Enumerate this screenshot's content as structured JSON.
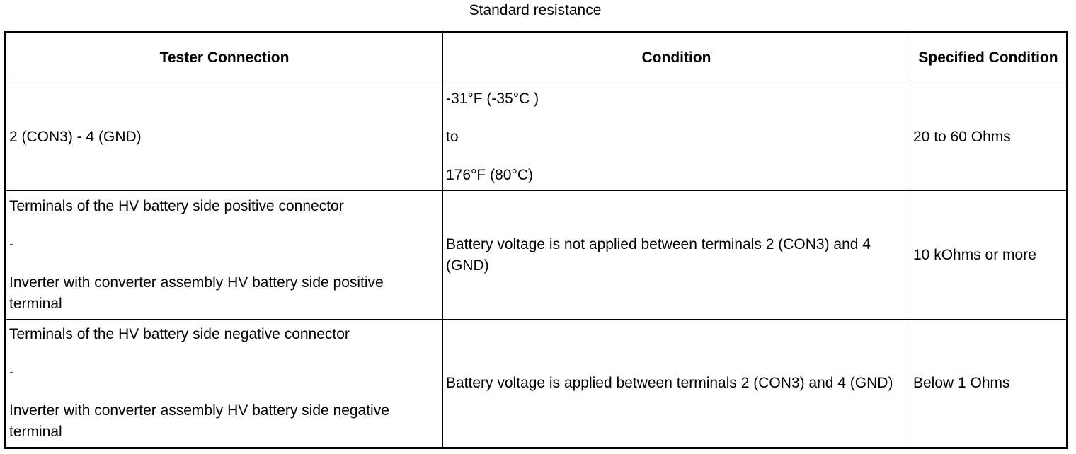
{
  "caption": "Standard resistance",
  "headers": {
    "tester": "Tester Connection",
    "condition": "Condition",
    "specified": "Specified Condition"
  },
  "rows": [
    {
      "tester": [
        "2 (CON3) - 4 (GND)"
      ],
      "condition": [
        "-31°F (-35°C )",
        "to",
        "176°F (80°C)"
      ],
      "specified": "20 to 60 Ohms"
    },
    {
      "tester": [
        "Terminals of the HV battery side positive connector",
        "-",
        "Inverter with converter assembly HV battery side positive terminal"
      ],
      "condition": [
        "Battery voltage is not applied between terminals 2 (CON3) and 4 (GND)"
      ],
      "specified": "10 kOhms or more"
    },
    {
      "tester": [
        "Terminals of the HV battery side negative connector",
        "-",
        "Inverter with converter assembly HV battery side negative terminal"
      ],
      "condition": [
        "Battery voltage is applied between terminals 2 (CON3) and 4 (GND)"
      ],
      "specified": "Below 1 Ohms"
    }
  ]
}
